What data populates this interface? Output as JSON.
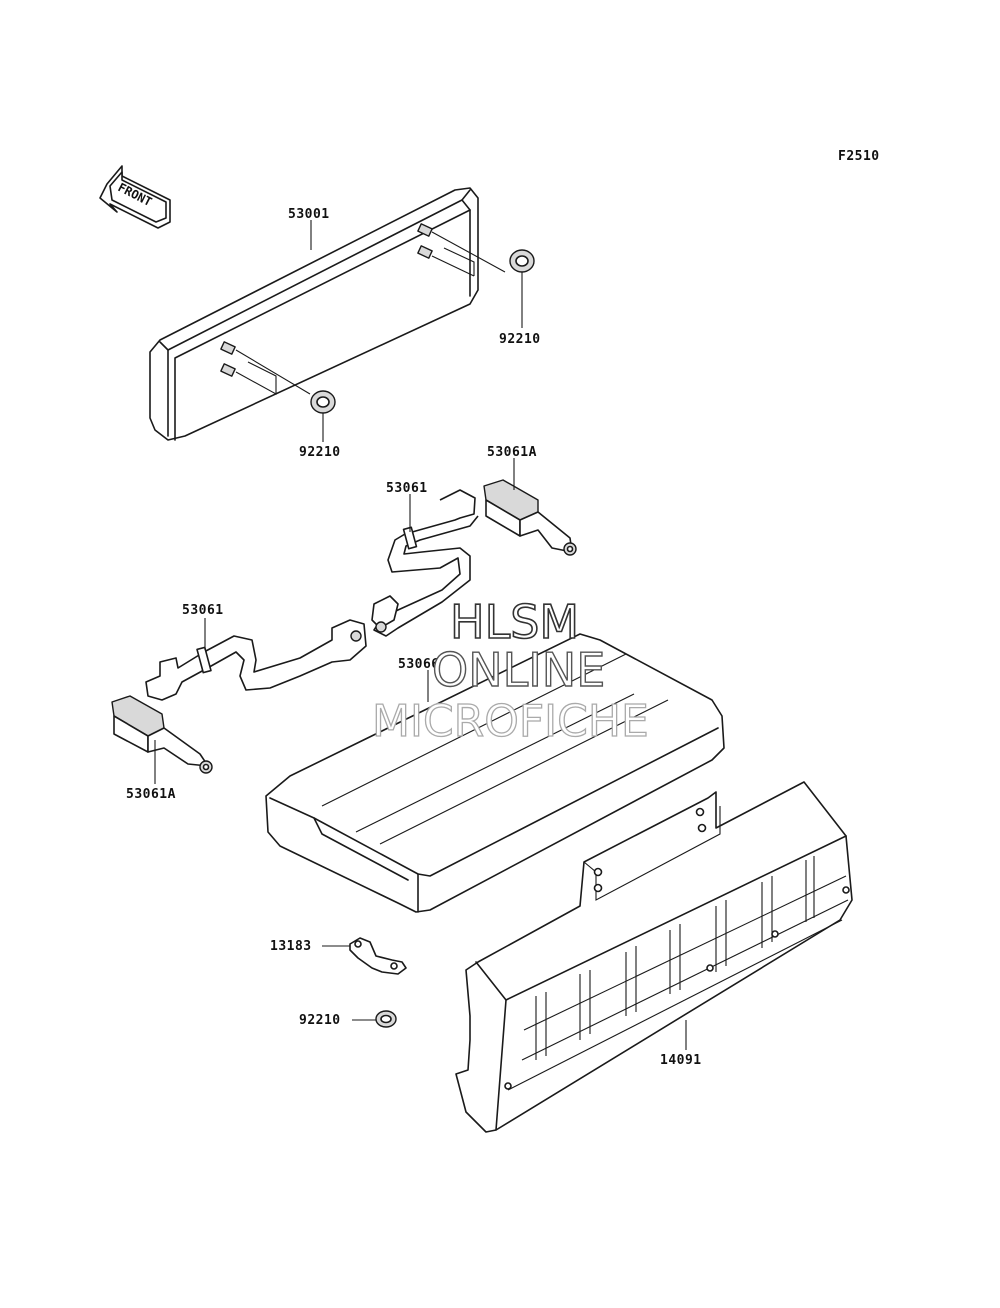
{
  "figure_code": "F2510",
  "front_arrow_text": "FRONT",
  "watermark": {
    "line1": "HLSM",
    "line2": "ONLINE",
    "line3": "MICROFICHE"
  },
  "parts": [
    {
      "id": "p53001",
      "number": "53001"
    },
    {
      "id": "p92210_top",
      "number": "92210"
    },
    {
      "id": "p92210_mid",
      "number": "92210"
    },
    {
      "id": "p53061A_top",
      "number": "53061A"
    },
    {
      "id": "p53061_top",
      "number": "53061"
    },
    {
      "id": "p53061_left",
      "number": "53061"
    },
    {
      "id": "p53066",
      "number": "53066"
    },
    {
      "id": "p53061A_left",
      "number": "53061A"
    },
    {
      "id": "p13183",
      "number": "13183"
    },
    {
      "id": "p92210_bot",
      "number": "92210"
    },
    {
      "id": "p14091",
      "number": "14091"
    }
  ]
}
